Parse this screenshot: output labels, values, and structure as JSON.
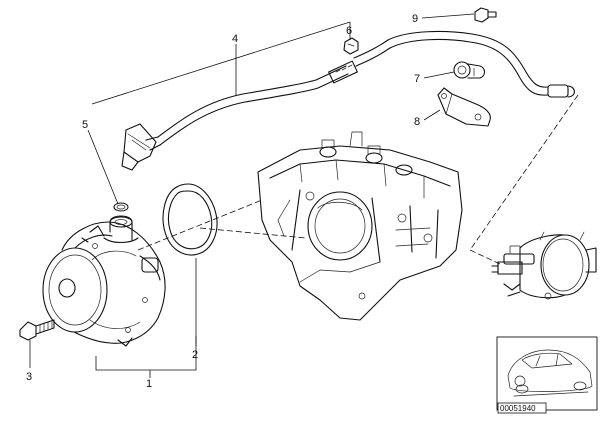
{
  "callouts": {
    "c1": "1",
    "c2": "2",
    "c3": "3",
    "c4": "4",
    "c5": "5",
    "c6": "6",
    "c7": "7",
    "c8": "8",
    "c9": "9"
  },
  "reference_number": "00051940"
}
